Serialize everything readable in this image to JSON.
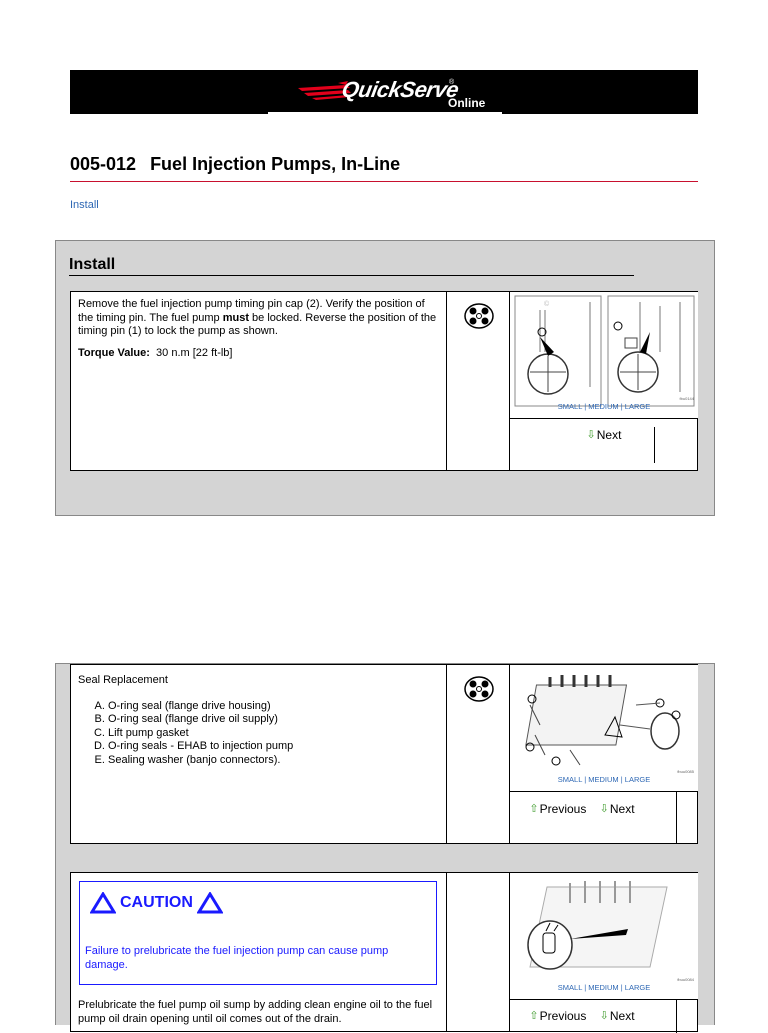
{
  "brand": {
    "logo_text": "QuickServe",
    "reg_mark": "®",
    "online_text": "Online"
  },
  "document": {
    "code": "005-012",
    "title": "Fuel Injection Pumps, In-Line"
  },
  "breadcrumb": {
    "link_label": "Install"
  },
  "section": {
    "heading": "Install"
  },
  "steps": [
    {
      "text_html_parts": {
        "part1": "Remove the fuel injection pump timing pin cap (2). Verify the position of the timing pin. The fuel pump ",
        "emphasis": "must",
        "part2": " be locked. Reverse the position of the timing pin (1) to lock the pump as shown."
      },
      "torque_label": "Torque Value:",
      "torque_value": "30  n.m  [22 ft-lb]",
      "size_links": {
        "small": "SMALL",
        "medium": "MEDIUM",
        "large": "LARGE",
        "sep": " | "
      },
      "image_id": "fbu0144",
      "nav": {
        "next": "Next"
      }
    },
    {
      "heading": "Seal Replacement",
      "items": [
        "O-ring seal (flange drive housing)",
        "O-ring seal (flange drive oil supply)",
        "Lift pump gasket",
        "O-ring seals - EHAB to injection pump",
        "Sealing washer (banjo connectors)."
      ],
      "size_links": {
        "small": "SMALL",
        "medium": "MEDIUM",
        "large": "LARGE",
        "sep": " | "
      },
      "image_id": "fbuu0085",
      "nav": {
        "previous": "Previous",
        "next": "Next"
      }
    },
    {
      "caution_label": "CAUTION",
      "caution_text": "Failure to prelubricate the fuel injection pump can cause pump damage.",
      "text": "Prelubricate the fuel pump oil sump by adding clean engine oil to the fuel pump oil drain opening until oil comes out of the drain.",
      "size_links": {
        "small": "SMALL",
        "medium": "MEDIUM",
        "large": "LARGE",
        "sep": " | "
      },
      "image_id": "fbuu0084",
      "nav": {
        "previous": "Previous",
        "next": "Next"
      }
    }
  ],
  "colors": {
    "link_blue": "#2d67b4",
    "caution_blue": "#1a1aff",
    "title_rule": "#c8102e",
    "panel_gray": "#d4d4d4",
    "arrow_green": "#3f9b2c"
  }
}
